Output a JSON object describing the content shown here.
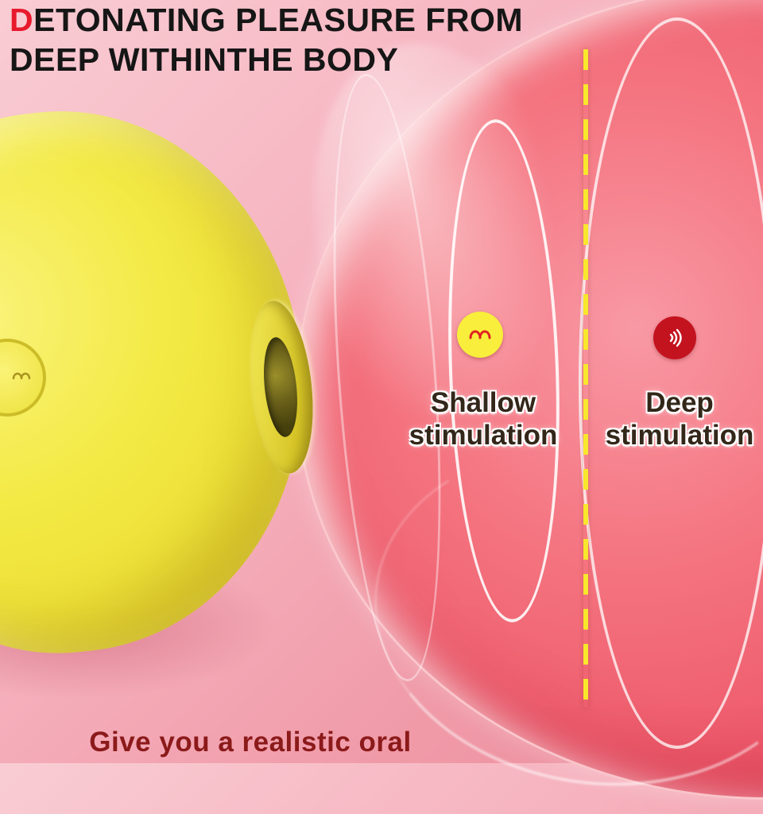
{
  "headline": {
    "accent": "D",
    "line1_rest": "ETONATING PLEASURE FROM",
    "line2": "DEEP WITHINTHE BODY"
  },
  "zones": {
    "shallow": {
      "line1": "Shallow",
      "line2": "stimulation",
      "icon": "shallow-wave-icon",
      "icon_bg": "#f8ee3b",
      "icon_glyph_color": "#e02424"
    },
    "deep": {
      "line1": "Deep",
      "line2": "stimulation",
      "icon": "deep-wave-icon",
      "icon_bg": "#c3131f",
      "icon_glyph_color": "#ffffff"
    }
  },
  "caption": {
    "text": "Give you a realistic oral"
  },
  "colors": {
    "headline_accent_red": "#e8192c",
    "headline_text": "#161616",
    "device_yellow": "#f2e73e",
    "sphere_red": "#ee5a6b",
    "background_pink": "#f6b3bf",
    "divider_dash_yellow": "#f8e72c",
    "label_text": "#33271a",
    "caption_maroon": "#8b1a1a"
  }
}
